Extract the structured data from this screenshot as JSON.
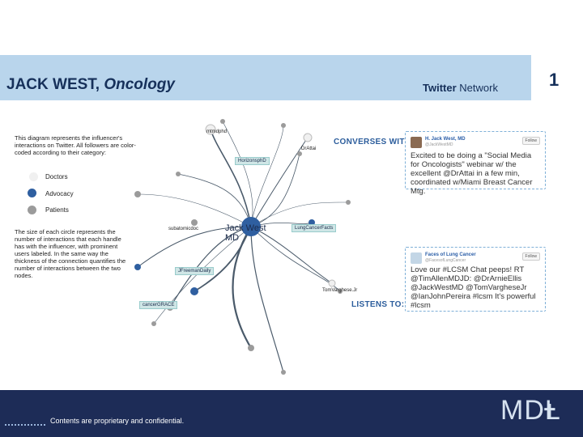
{
  "header": {
    "title_main": "JACK WEST, ",
    "title_sub": "Oncology",
    "network_bold": "Twitter",
    "network_light": " Network",
    "slide_number": "1"
  },
  "legend": {
    "description": "This diagram represents the influencer's interactions on Twitter. All followers are color-coded according to their category:",
    "items": [
      {
        "label": "Doctors",
        "color": "#f0f0f0"
      },
      {
        "label": "Advocacy",
        "color": "#2f5fa0"
      },
      {
        "label": "Patients",
        "color": "#9b9b9b"
      }
    ],
    "size_note": "The size of each circle represents the number of interactions that each handle has with the influencer, with prominent users labeled. In the same way the thickness of the connection quantifies the number of interactions between the two nodes."
  },
  "network": {
    "center": "Jack West MD",
    "nodes": {
      "mtmdphd": "mtmdphd",
      "drattai": "DrAttai",
      "horizonsphd": "HorizonsphD",
      "subatomicdoc": "subatomicdoc",
      "lungcancerfacts": "LungCancerFacts",
      "jfreeman": "JFreemanDaily",
      "tomvarghese": "TomVarghese.Jr",
      "cancergrace": "cancerGRACE"
    },
    "converses": "CONVERSES WITH:",
    "listens": "LISTENS TO:"
  },
  "tweets": [
    {
      "name": "H. Jack West, MD",
      "handle": "@JackWestMD",
      "follow": "Follow",
      "text": "Excited to be doing a \"Social Media for Oncologists\" webinar w/ the excellent @DrAttai in a few min, coordinated w/Miami Breast Cancer Mtg."
    },
    {
      "name": "Faces of Lung Cancer",
      "handle": "@FacesofLungCancer",
      "follow": "Follow",
      "text": "Love our #LCSM Chat peeps! RT @TimAllenMDJD: @DrArnieEllis @JackWestMD @TomVargheseJr @IanJohnPereira #lcsm It's powerful #lcsm"
    }
  ],
  "footer": {
    "text": "Contents are proprietary and confidential.",
    "logo": "MDL",
    "logo_mark": "✝"
  }
}
